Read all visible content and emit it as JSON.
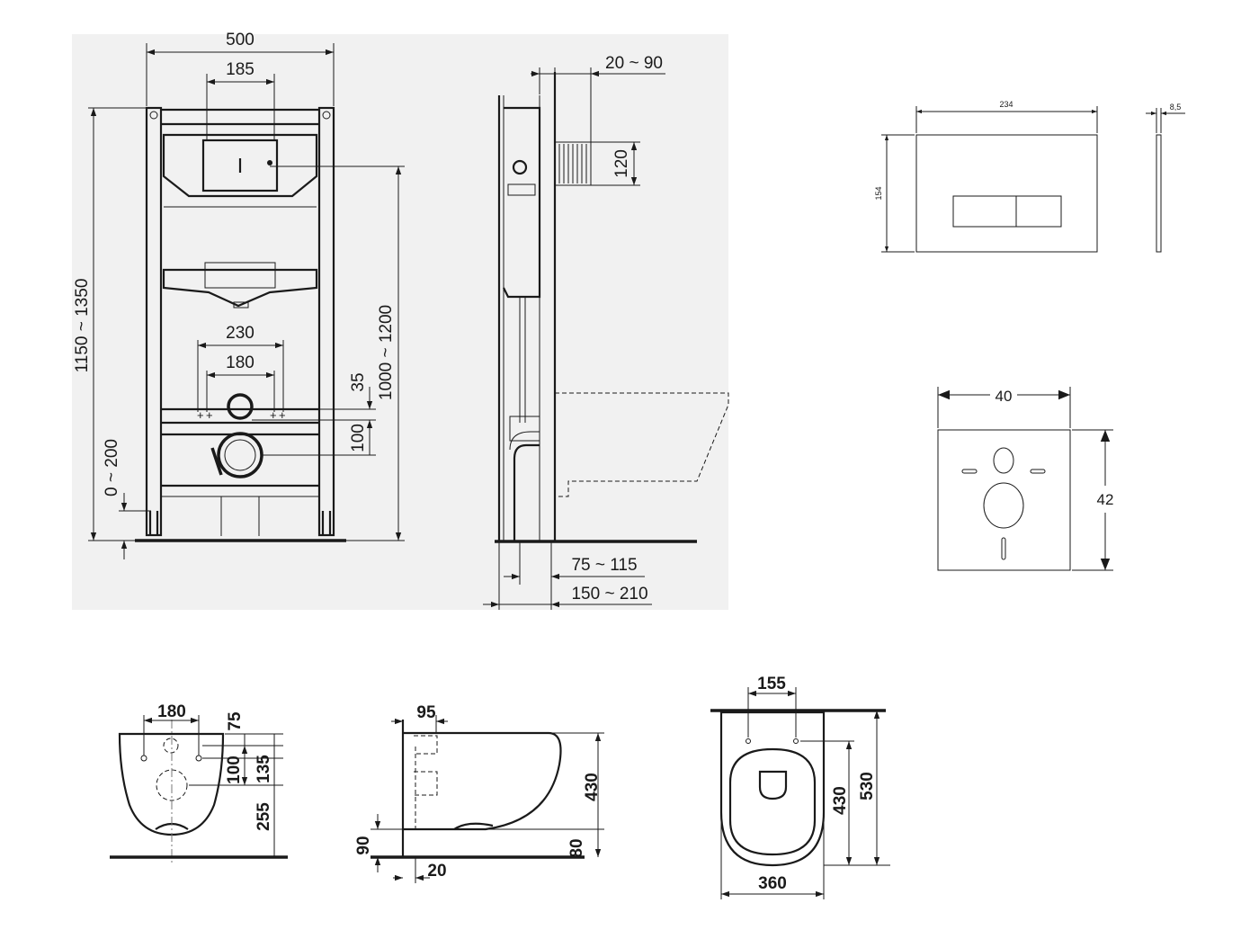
{
  "frame_front": {
    "width": "500",
    "cistern_width": "185",
    "fix_230": "230",
    "fix_180": "180",
    "height_range": "1150 ~ 1350",
    "height_1000": "1000 ~ 1200",
    "dim_35": "35",
    "dim_100": "100",
    "leg_range": "0 ~ 200"
  },
  "frame_side": {
    "wall_range": "20 ~ 90",
    "pipe_120": "120",
    "depth_75": "75 ~ 115",
    "depth_150": "150 ~ 210"
  },
  "flush_plate": {
    "width": "234",
    "height": "154",
    "thickness": "8,5"
  },
  "soundproof_pad": {
    "width": "40",
    "height": "42"
  },
  "bowl_front": {
    "bolt_spacing": "180",
    "dim_75": "75",
    "dim_100": "100",
    "dim_135": "135",
    "dim_255": "255"
  },
  "bowl_side": {
    "dim_95": "95",
    "dim_430": "430",
    "dim_90": "90",
    "dim_80": "80",
    "dim_20": "20"
  },
  "bowl_top": {
    "bolt_spacing": "155",
    "inner_430": "430",
    "length_530": "530",
    "width_360": "360"
  }
}
